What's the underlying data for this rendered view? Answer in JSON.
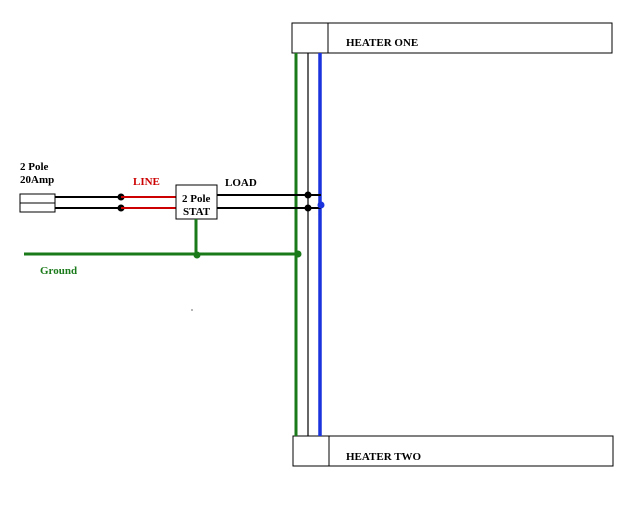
{
  "breaker": {
    "line1": "2 Pole",
    "line2": "20Amp"
  },
  "labels": {
    "line": "LINE",
    "load": "LOAD",
    "ground": "Ground"
  },
  "stat": {
    "line1": "2 Pole",
    "line2": "STAT"
  },
  "heaters": {
    "one": "HEATER ONE",
    "two": "HEATER TWO"
  },
  "colors": {
    "line_wire": "#cc0000",
    "load_wire": "#000000",
    "ground_wire": "#1a7a1a",
    "blue_wire": "#1a33dd",
    "label_red": "#cc0000",
    "label_green": "#1a7a1a"
  }
}
